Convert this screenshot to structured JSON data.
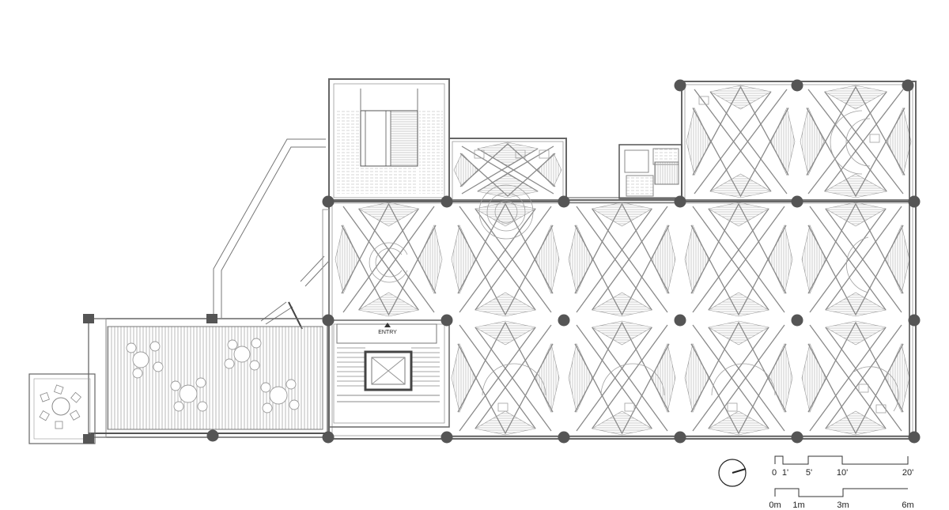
{
  "labels": {
    "entry": "ENTRY"
  },
  "scale": {
    "imperial": [
      "0",
      "1'",
      "5'",
      "10'",
      "20'"
    ],
    "metric": [
      "0m",
      "1m",
      "3m",
      "6m"
    ]
  },
  "colors": {
    "line": "#777777",
    "column": "#555555",
    "hatch": "#bdbdbd",
    "background": "#ffffff"
  },
  "icons": {
    "north": "north-arrow-icon"
  }
}
